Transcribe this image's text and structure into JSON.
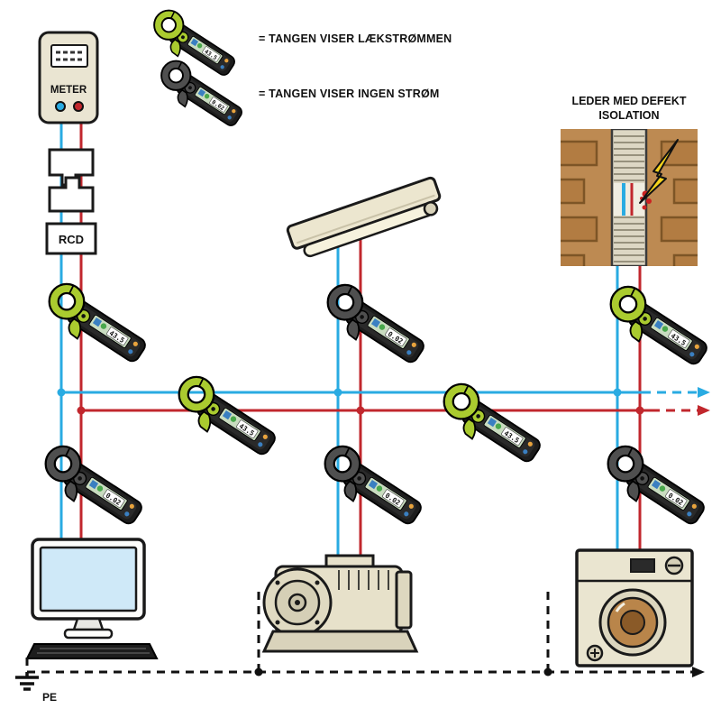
{
  "colors": {
    "wire-blue": "#29abe2",
    "wire-red": "#c1272d",
    "clamp-lime": "#aacb2f",
    "clamp-dark": "#4f4f4f",
    "outline": "#1a1a1a",
    "appliance-beige": "#eae5d0",
    "brick-brown": "#bd8a52",
    "lightning-yellow": "#f6d31c"
  },
  "legend": {
    "leak": {
      "value": "43.5",
      "label": "= TANGEN VISER LÆKSTRØMMEN"
    },
    "none": {
      "value": "0.02",
      "label": "= TANGEN VISER INGEN STRØM"
    }
  },
  "defect": {
    "title_line1": "LEDER MED DEFEKT",
    "title_line2": "ISOLATION"
  },
  "devices": {
    "meter_label": "METER",
    "rcd_label": "RCD",
    "pe_label": "PE"
  },
  "clamp_readings": {
    "supply": "43.5",
    "bus_left": "43.5",
    "bus_right": "43.5",
    "fault_branch": "43.5",
    "lamp_branch": "0.02",
    "computer_branch": "0.02",
    "motor_branch": "0.02",
    "washer_branch": "0.02"
  }
}
